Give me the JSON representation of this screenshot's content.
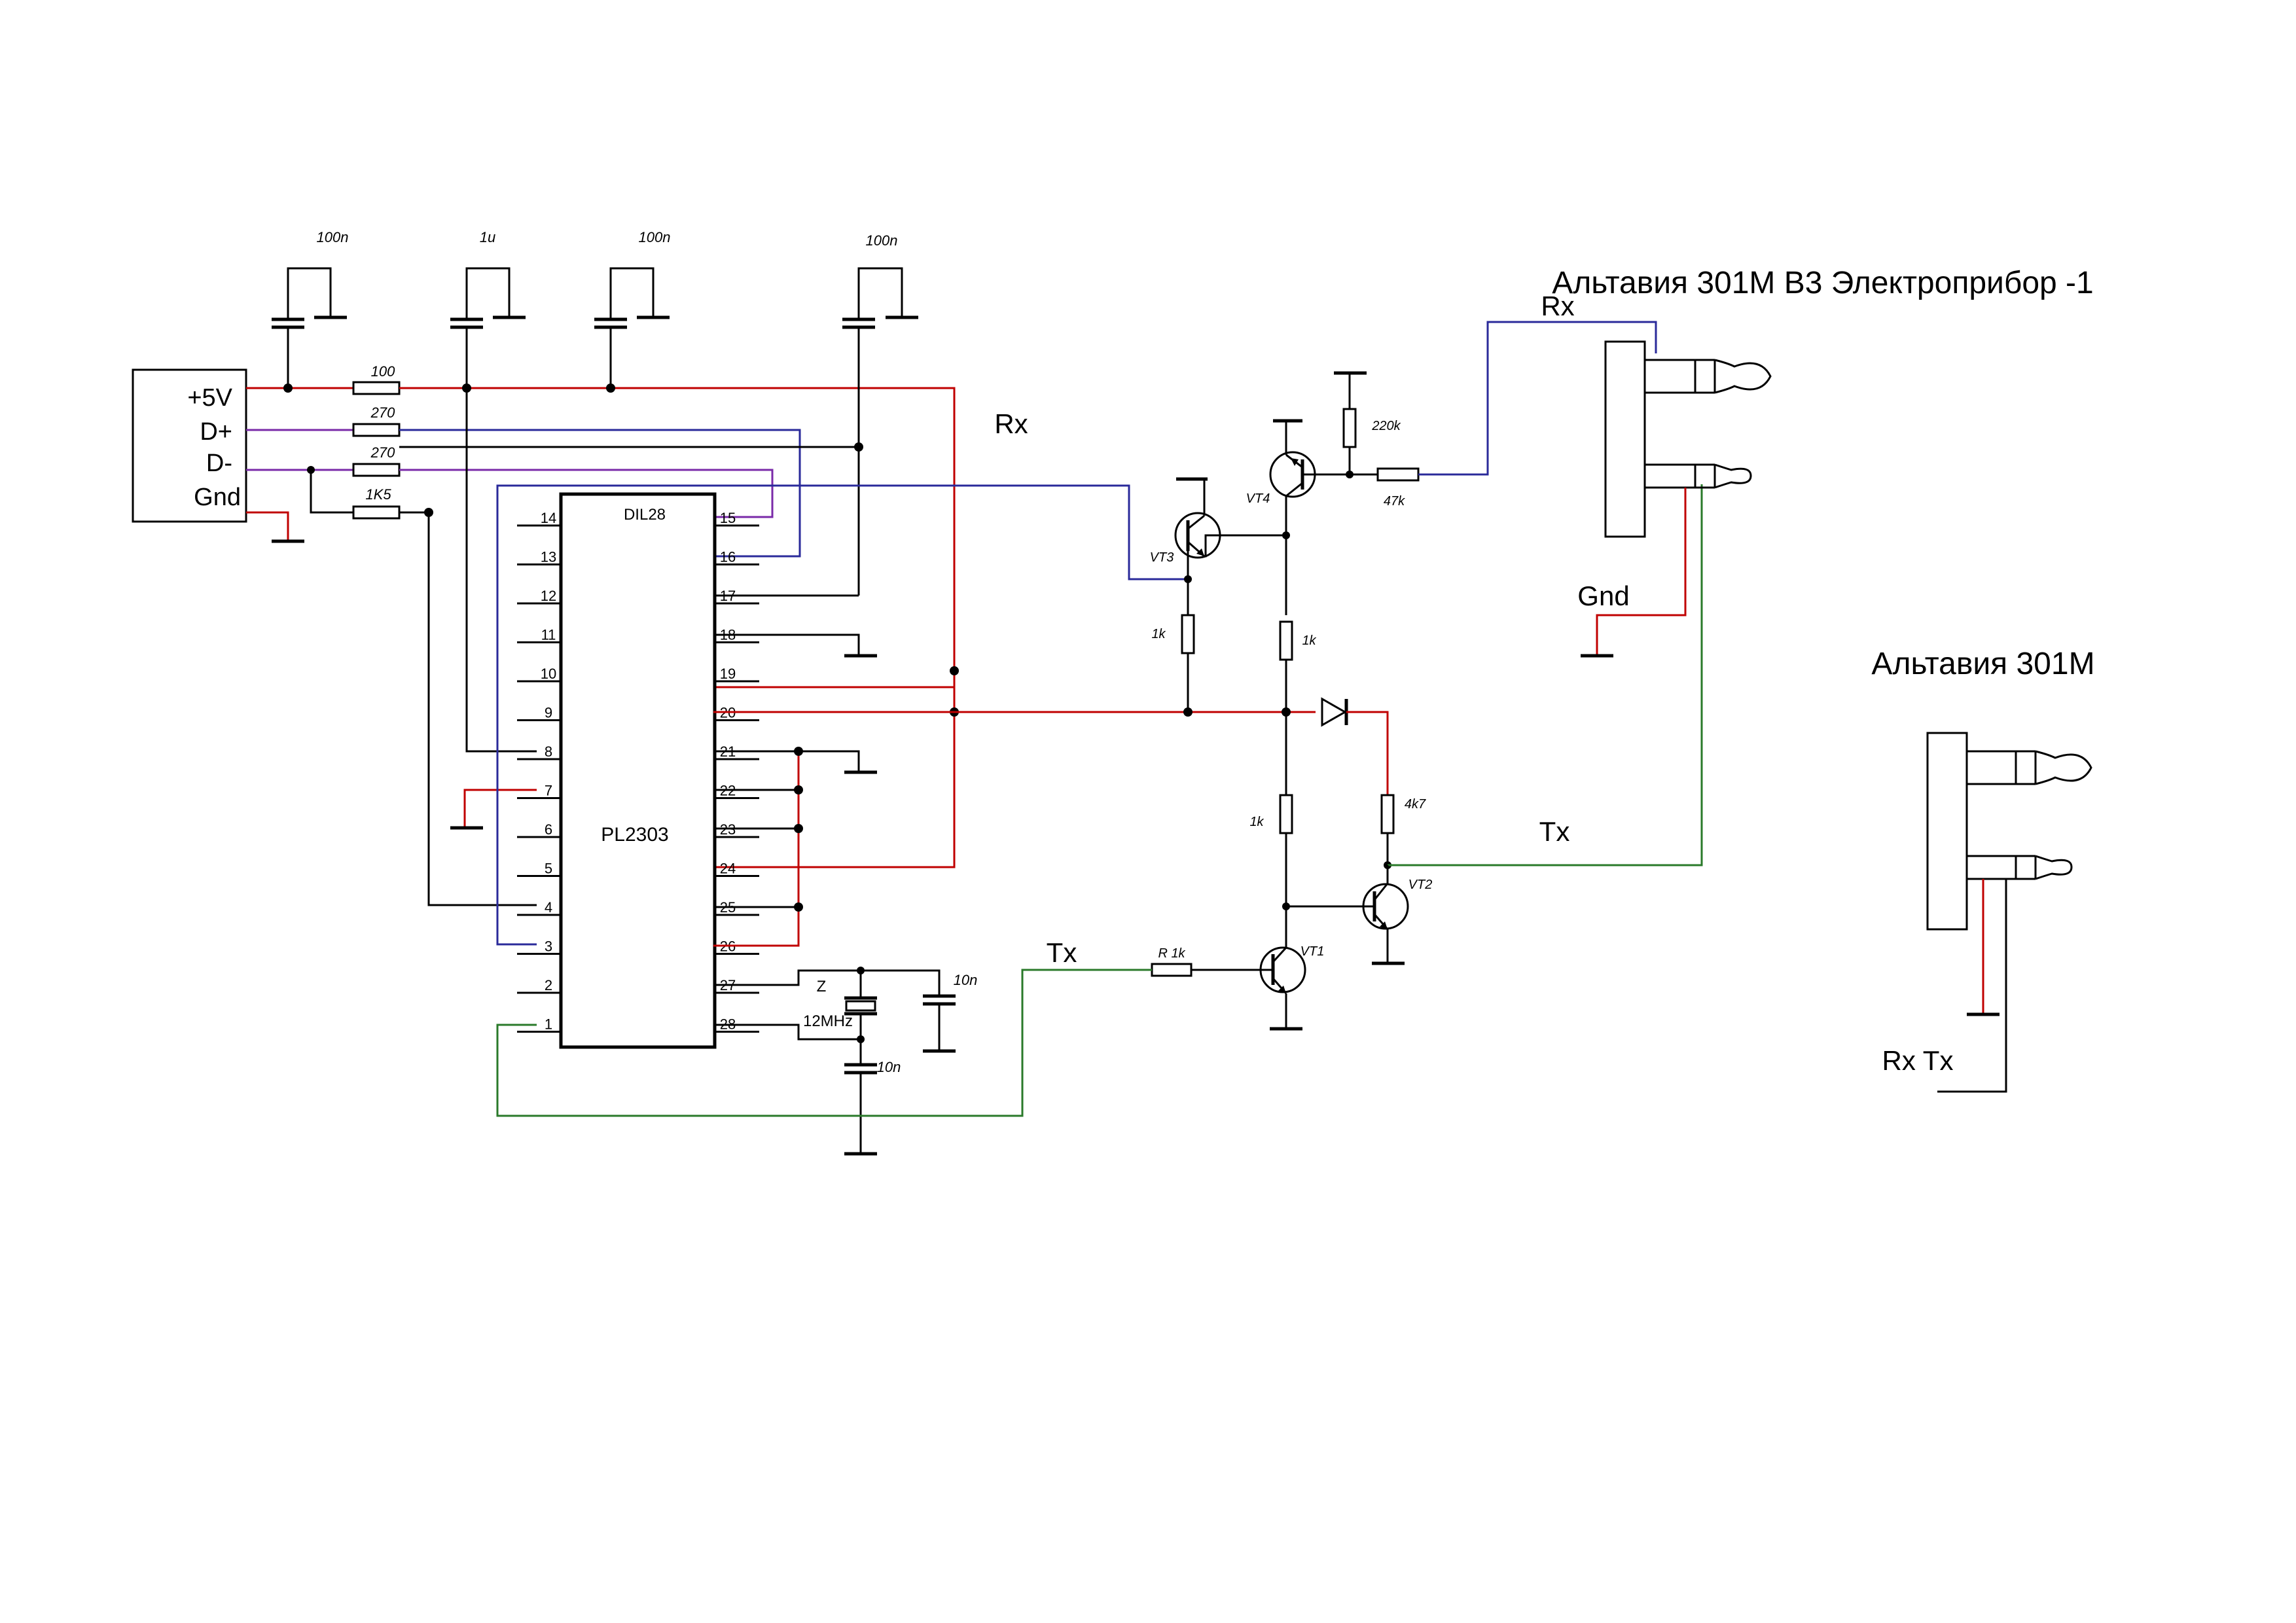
{
  "colors": {
    "power": "#c00000",
    "rx_line": "#2a2a9a",
    "usb_data": "#7a2aa8",
    "tx_line": "#2a7a2a",
    "ground": "#000000"
  },
  "titles": {
    "device_1": "Альтавия 301М  В3 Электроприбор -1",
    "device_2": "Альтавия 301М"
  },
  "usb_connector": {
    "pins": [
      "+5V",
      "D+",
      "D-",
      "Gnd"
    ]
  },
  "chip": {
    "package": "DIL28",
    "name": "PL2303",
    "left_pins": [
      "14",
      "13",
      "12",
      "11",
      "10",
      "9",
      "8",
      "7",
      "6",
      "5",
      "4",
      "3",
      "2",
      "1"
    ],
    "right_pins": [
      "15",
      "16",
      "17",
      "18",
      "19",
      "20",
      "21",
      "22",
      "23",
      "24",
      "25",
      "26",
      "27",
      "28"
    ]
  },
  "components": {
    "decoupling_caps": [
      "100n",
      "1u",
      "100n",
      "100n"
    ],
    "resistor_vcc": "100",
    "resistor_dplus": "270",
    "resistor_dminus": "270",
    "resistor_pullup": "1K5",
    "crystal_ref": "Z",
    "crystal_freq": "12MHz",
    "crystal_cap_top": "10n",
    "crystal_cap_bottom": "10n",
    "r_tx_base": "R  1k",
    "r_vt3_collector": "1k",
    "r_vt4_collector": "1k",
    "r_vt1_collector": "1k",
    "r_vt4_bias": "220k",
    "r_vt4_base": "47k",
    "r_vt2_base": "4k7",
    "vt1": "VT1",
    "vt2": "VT2",
    "vt3": "VT3",
    "vt4": "VT4"
  },
  "signals": {
    "rx_label_main": "Rx",
    "rx_label_jack": "Rx",
    "tx_label_main": "Tx",
    "tx_label_jack": "Tx",
    "gnd_label": "Gnd",
    "rx_tx_pair": "Rx  Tx"
  }
}
